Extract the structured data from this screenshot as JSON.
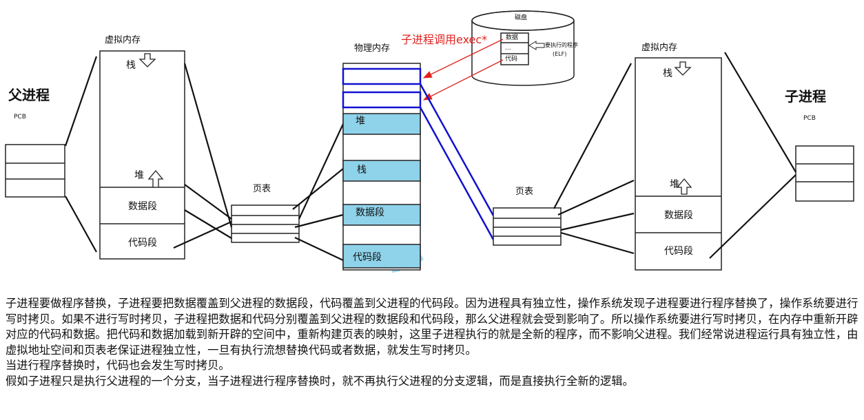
{
  "diagram": {
    "parent_process": {
      "title": "父进程",
      "pcb_label": "PCB",
      "virtual_memory": {
        "title": "虚拟内存",
        "stack": "栈",
        "heap": "堆",
        "data_segment": "数据段",
        "code_segment": "代码段"
      },
      "page_table": {
        "title": "页表"
      }
    },
    "physical_memory": {
      "title": "物理内存",
      "heap": "堆",
      "stack": "栈",
      "data_segment": "数据段",
      "code_segment": "代码段"
    },
    "disk": {
      "title": "磁盘",
      "rows": [
        "数据",
        "...",
        "代码"
      ],
      "note_line1": "要执行的程序",
      "note_line2": "(ELF)"
    },
    "exec_annotation": "子进程调用exec*",
    "child_process": {
      "title": "子进程",
      "pcb_label": "PCB",
      "virtual_memory": {
        "title": "虚拟内存",
        "stack": "栈",
        "heap": "堆",
        "data_segment": "数据段",
        "code_segment": "代码段"
      },
      "page_table": {
        "title": "页表"
      }
    },
    "colors": {
      "red_arrow": "#e0201c",
      "blue_box": "#1010d0",
      "cell_highlight": "#8fd3ea",
      "watermark": "#56c3ea"
    }
  },
  "explanation": {
    "paragraphs": [
      "子进程要做程序替换，子进程要把数据覆盖到父进程的数据段，代码覆盖到父进程的代码段。因为进程具有独立性，操作系统发现子进程要进行程序替换了，操作系统要进行写时拷贝。如果不进行写时拷贝，子进程把数据和代码分别覆盖到父进程的数据段和代码段，那么父进程就会受到影响了。所以操作系统要进行写时拷贝，在内存中重新开辟对应的代码和数据。把代码和数据加载到新开辟的空间中，重新构建页表的映射，这里子进程执行的就是全新的程序，而不影响父进程。我们经常说进程运行具有独立性，由虚拟地址空间和页表老保证进程独立性，一旦有执行流想替换代码或者数据，就发生写时拷贝。",
      "当进行程序替换时，代码也会发生写时拷贝。",
      "假如子进程只是执行父进程的一个分支，当子进程进行程序替换时，就不再执行父进程的分支逻辑，而是直接执行全新的逻辑。"
    ]
  }
}
